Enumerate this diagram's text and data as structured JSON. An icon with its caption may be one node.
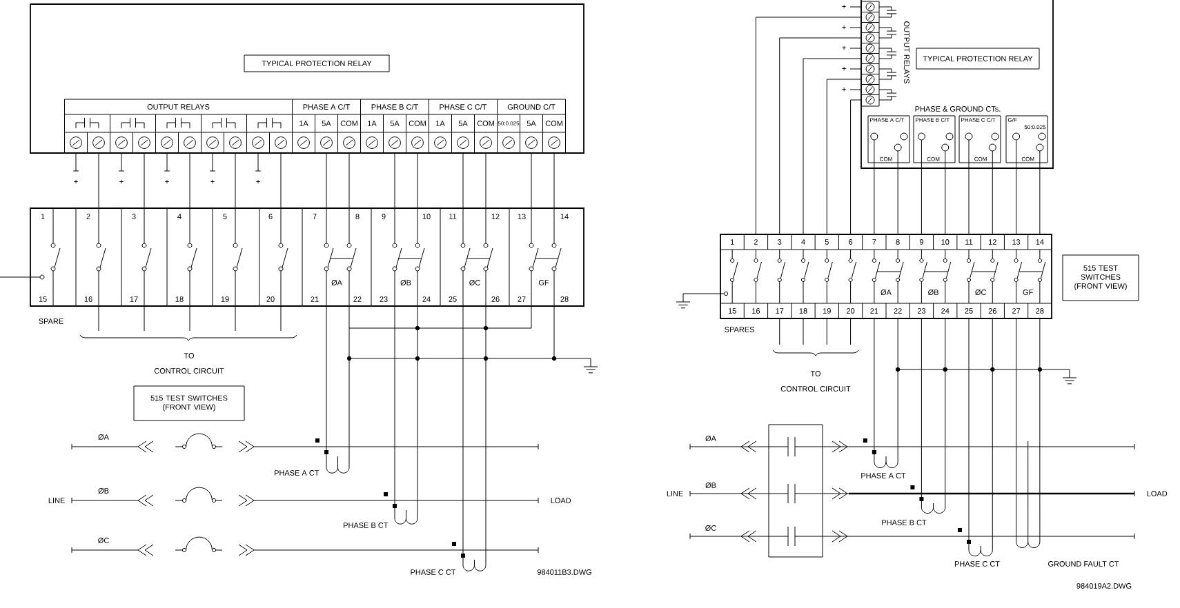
{
  "diagram": {
    "nodes": [
      {
        "text": [],
        "shape": "box"
      },
      {
        "text": [
          "TYPICAL PROTECTION RELAY"
        ],
        "in": 0
      },
      {
        "text": [],
        "shape": "box"
      },
      {
        "text": [
          "515 TEST SWITCHES (FRONT VIEW)"
        ]
      },
      {
        "text": [
          "PHASE A CT"
        ]
      },
      {
        "text": [
          "PHASE B CT"
        ]
      },
      {
        "text": [
          "PHASE C CT"
        ]
      },
      {
        "text": [],
        "shape": "box"
      },
      {
        "text": [
          "TYPICAL PROTECTION RELAY"
        ],
        "in": 7
      },
      {
        "text": [
          "PHASE A C/T",
          "COM"
        ],
        "in": 7
      },
      {
        "text": [
          "PHASE B C/T",
          "COM"
        ],
        "in": 7
      },
      {
        "text": [
          "PHASE C C/T",
          "COM"
        ],
        "in": 7
      },
      {
        "text": [
          "G/F",
          "50:0.025",
          "COM"
        ],
        "in": 7
      },
      {
        "text": [],
        "shape": "box"
      },
      {
        "text": [
          "515 TEST SWITCHES (FRONT VIEW)"
        ]
      },
      {
        "text": [
          "PHASE A CT"
        ]
      },
      {
        "text": [
          "PHASE B CT"
        ]
      },
      {
        "text": [
          "PHASE C CT"
        ]
      },
      {
        "text": [
          "GROUND FAULT CT"
        ]
      }
    ],
    "edges": [
      {
        "from": 0,
        "to": 2,
        "arrow": "none"
      },
      {
        "from": 0,
        "to": 2,
        "arrow": "none"
      },
      {
        "from": 0,
        "to": 2,
        "arrow": "none"
      },
      {
        "from": 0,
        "to": 2,
        "arrow": "none"
      },
      {
        "from": 0,
        "to": 2,
        "arrow": "none"
      },
      {
        "from": 0,
        "to": 2,
        "arrow": "none"
      },
      {
        "from": 0,
        "to": 2,
        "arrow": "none"
      },
      {
        "from": 0,
        "to": 2,
        "arrow": "none"
      },
      {
        "from": 0,
        "to": 2,
        "arrow": "none"
      },
      {
        "from": 0,
        "to": 2,
        "arrow": "none"
      },
      {
        "from": 0,
        "to": 2,
        "arrow": "none"
      },
      {
        "from": 0,
        "to": 2,
        "arrow": "none"
      },
      {
        "from": 0,
        "to": 2,
        "arrow": "none"
      },
      {
        "from": 2,
        "to": 4,
        "arrow": "none"
      },
      {
        "from": 2,
        "to": 4,
        "arrow": "none"
      },
      {
        "from": 2,
        "to": 5,
        "arrow": "none"
      },
      {
        "from": 2,
        "to": 5,
        "arrow": "none"
      },
      {
        "from": 2,
        "to": 6,
        "arrow": "none"
      },
      {
        "from": 2,
        "to": 6,
        "arrow": "none"
      },
      {
        "from": 7,
        "to": 13,
        "arrow": "none"
      },
      {
        "from": 7,
        "to": 13,
        "arrow": "none"
      },
      {
        "from": 7,
        "to": 13,
        "arrow": "none"
      },
      {
        "from": 7,
        "to": 13,
        "arrow": "none"
      },
      {
        "from": 7,
        "to": 13,
        "arrow": "none"
      },
      {
        "from": 9,
        "to": 13,
        "arrow": "none"
      },
      {
        "from": 9,
        "to": 13,
        "arrow": "none"
      },
      {
        "from": 10,
        "to": 13,
        "arrow": "none"
      },
      {
        "from": 10,
        "to": 13,
        "arrow": "none"
      },
      {
        "from": 11,
        "to": 13,
        "arrow": "none"
      },
      {
        "from": 11,
        "to": 13,
        "arrow": "none"
      },
      {
        "from": 12,
        "to": 13,
        "arrow": "none"
      },
      {
        "from": 12,
        "to": 13,
        "arrow": "none"
      },
      {
        "from": 13,
        "to": 15,
        "arrow": "none"
      },
      {
        "from": 13,
        "to": 15,
        "arrow": "none"
      },
      {
        "from": 13,
        "to": 16,
        "arrow": "none"
      },
      {
        "from": 13,
        "to": 16,
        "arrow": "none"
      },
      {
        "from": 13,
        "to": 17,
        "arrow": "none"
      },
      {
        "from": 13,
        "to": 17,
        "arrow": "none"
      },
      {
        "from": 13,
        "to": 18,
        "arrow": "none"
      },
      {
        "from": 13,
        "to": 18,
        "arrow": "none"
      }
    ],
    "labels": [
      "OUTPUT RELAYS",
      "PHASE A C/T",
      "PHASE B C/T",
      "PHASE C C/T",
      "GROUND C/T",
      "1A",
      "5A",
      "COM",
      "1A",
      "5A",
      "COM",
      "1A",
      "5A",
      "COM",
      "50:0.025",
      "5A",
      "COM",
      "+",
      "+",
      "+",
      "+",
      "+",
      "1",
      "2",
      "3",
      "4",
      "5",
      "6",
      "7",
      "8",
      "9",
      "10",
      "11",
      "12",
      "13",
      "14",
      "15",
      "16",
      "17",
      "18",
      "19",
      "20",
      "21",
      "22",
      "23",
      "24",
      "25",
      "26",
      "27",
      "28",
      "ØA",
      "ØB",
      "ØC",
      "GF",
      "SPARE",
      "TO",
      "CONTROL CIRCUIT",
      "ØA",
      "LINE",
      "ØB",
      "LOAD",
      "ØC",
      "984011B3.DWG",
      "+",
      "+",
      "+",
      "+",
      "+",
      "OUTPUT RELAYS",
      "PHASE & GROUND CTs.",
      "1",
      "2",
      "3",
      "4",
      "5",
      "6",
      "7",
      "8",
      "9",
      "10",
      "11",
      "12",
      "13",
      "14",
      "15",
      "16",
      "17",
      "18",
      "19",
      "20",
      "21",
      "22",
      "23",
      "24",
      "25",
      "26",
      "27",
      "28",
      "ØA",
      "ØB",
      "ØC",
      "GF",
      "SPARES",
      "TO",
      "CONTROL CIRCUIT",
      "ØA",
      "LINE",
      "ØB",
      "LOAD",
      "ØC",
      "984019A2.DWG"
    ]
  }
}
